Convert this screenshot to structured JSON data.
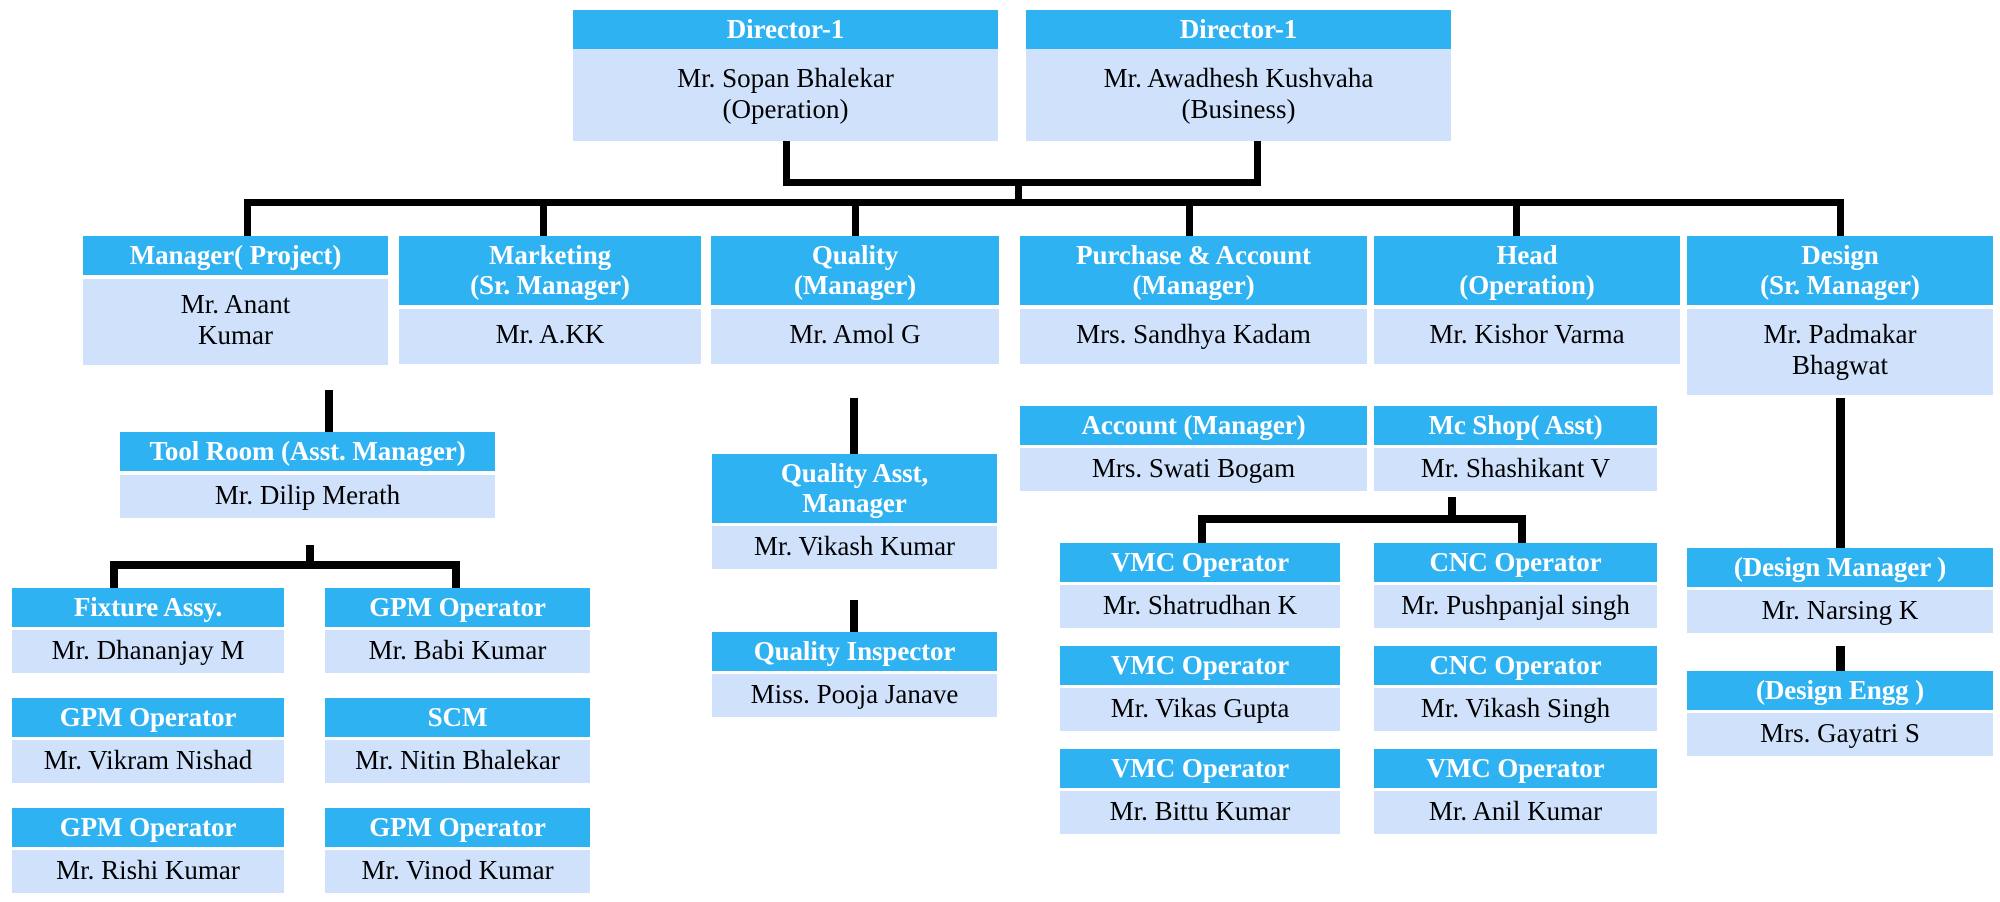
{
  "chart": {
    "title": "Organizational Chart",
    "colors": {
      "header_bg": "#2fb2f2",
      "header_text": "#ffffff",
      "body_bg": "#cfe1fb",
      "body_text": "#000000",
      "connector": "#000000",
      "page_bg": "#ffffff"
    }
  },
  "directors": [
    {
      "role": "Director-1",
      "name": "Mr. Sopan Bhalekar\n(Operation)"
    },
    {
      "role": "Director-1",
      "name": "Mr. Awadhesh Kushvaha\n(Business)"
    }
  ],
  "departments": [
    {
      "role": "Manager( Project)",
      "name": "Mr. Anant\nKumar"
    },
    {
      "role": "Marketing\n(Sr. Manager)",
      "name": "Mr. A.KK"
    },
    {
      "role": "Quality\n(Manager)",
      "name": "Mr. Amol G"
    },
    {
      "role": "Purchase & Account\n(Manager)",
      "name": "Mrs. Sandhya Kadam"
    },
    {
      "role": "Head\n(Operation)",
      "name": "Mr. Kishor Varma"
    },
    {
      "role": "Design\n(Sr. Manager)",
      "name": "Mr. Padmakar\nBhagwat"
    }
  ],
  "project_branch": {
    "tool_room": {
      "role": "Tool Room (Asst. Manager)",
      "name": "Mr. Dilip Merath"
    },
    "left_column": [
      {
        "role": "Fixture Assy.",
        "name": "Mr. Dhananjay M"
      },
      {
        "role": "GPM Operator",
        "name": "Mr. Vikram Nishad"
      },
      {
        "role": "GPM Operator",
        "name": "Mr. Rishi Kumar"
      }
    ],
    "right_column": [
      {
        "role": "GPM Operator",
        "name": "Mr. Babi Kumar"
      },
      {
        "role": "SCM",
        "name": "Mr. Nitin Bhalekar"
      },
      {
        "role": "GPM Operator",
        "name": "Mr. Vinod Kumar"
      }
    ]
  },
  "quality_branch": [
    {
      "role": "Quality Asst,\nManager",
      "name": "Mr. Vikash Kumar"
    },
    {
      "role": "Quality Inspector",
      "name": "Miss. Pooja Janave"
    }
  ],
  "account_branch": {
    "account": {
      "role": "Account (Manager)",
      "name": "Mrs. Swati Bogam"
    }
  },
  "operation_branch": {
    "mc_shop": {
      "role": "Mc Shop( Asst)",
      "name": "Mr. Shashikant V"
    },
    "left_column": [
      {
        "role": "VMC Operator",
        "name": "Mr. Shatrudhan K"
      },
      {
        "role": "VMC Operator",
        "name": "Mr. Vikas Gupta"
      },
      {
        "role": "VMC Operator",
        "name": "Mr. Bittu Kumar"
      }
    ],
    "right_column": [
      {
        "role": "CNC Operator",
        "name": "Mr. Pushpanjal singh"
      },
      {
        "role": "CNC Operator",
        "name": "Mr. Vikash Singh"
      },
      {
        "role": "VMC Operator",
        "name": "Mr. Anil Kumar"
      }
    ]
  },
  "design_branch": [
    {
      "role": "(Design Manager )",
      "name": "Mr. Narsing K"
    },
    {
      "role": "(Design Engg )",
      "name": "Mrs. Gayatri S"
    }
  ]
}
